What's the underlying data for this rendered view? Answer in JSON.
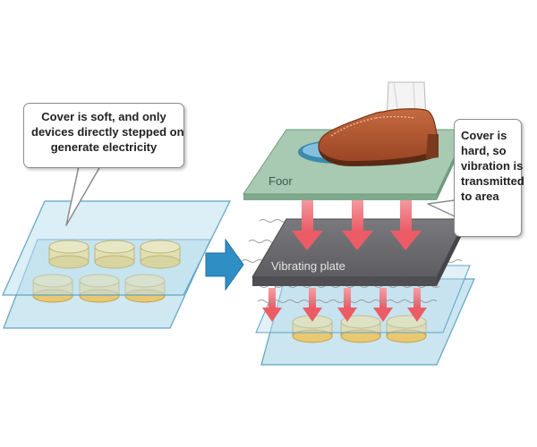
{
  "left_callout": {
    "lines": [
      "Cover is soft, and only",
      "devices directly stepped on",
      "generate electricity"
    ]
  },
  "right_callout": {
    "lines": [
      "Cover is",
      "hard, so",
      "vibration is",
      "transmitted",
      "to area"
    ]
  },
  "floor_label": "Foor",
  "vibrating_plate_label": "Vibrating plate",
  "colors": {
    "sheet_fill": "#bfe0ee",
    "sheet_stroke": "#5fa3c4",
    "disc_fill": "#f3d98f",
    "disc_stroke": "#c2a04a",
    "floor_fill": "#a8c9b2",
    "vibrating_plate_fill": "#6e6e72",
    "arrow_fill": "#ee6a73",
    "direction_arrow_fill": "#2f8fc4",
    "shoe_fill": "#b5542e"
  }
}
